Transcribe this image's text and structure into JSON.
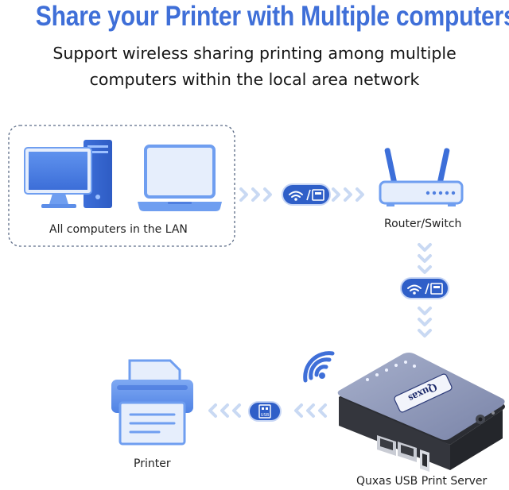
{
  "header": {
    "title": "Share your Printer with Multiple computers",
    "subtitle_line1": "Support wireless sharing  printing among multiple",
    "subtitle_line2": "computers within the local area network"
  },
  "nodes": {
    "computers_label": "All computers in the LAN",
    "router_label": "Router/Switch",
    "printer_label": "Printer",
    "server_label": "Quxas USB Print Server",
    "brand_text": "Quxas"
  },
  "badges": {
    "usb_text": "USB"
  },
  "colors": {
    "accent": "#3f6fd8",
    "badge": "#2f5fc8",
    "arrow": "#c9d9f3",
    "device_light": "#e6eefc",
    "device_mid": "#6f9ef0",
    "server_top": "#8a94b8",
    "server_body": "#2b2d33"
  }
}
